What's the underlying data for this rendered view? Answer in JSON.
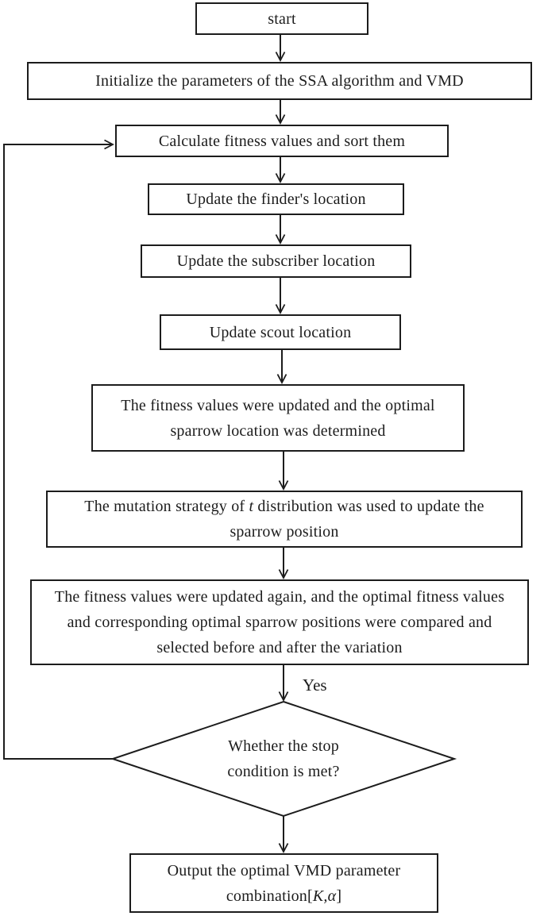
{
  "flowchart": {
    "nodes": {
      "start": {
        "label": "start"
      },
      "initialize": {
        "label": "Initialize the parameters of the SSA algorithm and VMD"
      },
      "calculate": {
        "label": "Calculate fitness values and sort them"
      },
      "finder": {
        "label": "Update the finder's location"
      },
      "subscriber": {
        "label": "Update the subscriber location"
      },
      "scout": {
        "label": "Update scout location"
      },
      "fitness": {
        "label": "The fitness values were updated and the optimal sparrow location was determined"
      },
      "mutation": {
        "text_before": "The mutation strategy of ",
        "italic_term": "t",
        "text_after": " distribution was used to update the sparrow position"
      },
      "compare": {
        "label": "The fitness values were updated again, and the optimal fitness values and corresponding optimal sparrow positions were compared and selected before and after the variation"
      },
      "decision": {
        "label": "Whether the stop condition is met?"
      },
      "output": {
        "text_before": "Output the optimal VMD parameter combination[",
        "italic_term": "K,α",
        "text_after": "]"
      }
    },
    "edge_labels": {
      "decision_yes": "Yes"
    },
    "colors": {
      "stroke": "#1c1c1c",
      "text": "#1c1c1c",
      "background": "#ffffff"
    }
  }
}
